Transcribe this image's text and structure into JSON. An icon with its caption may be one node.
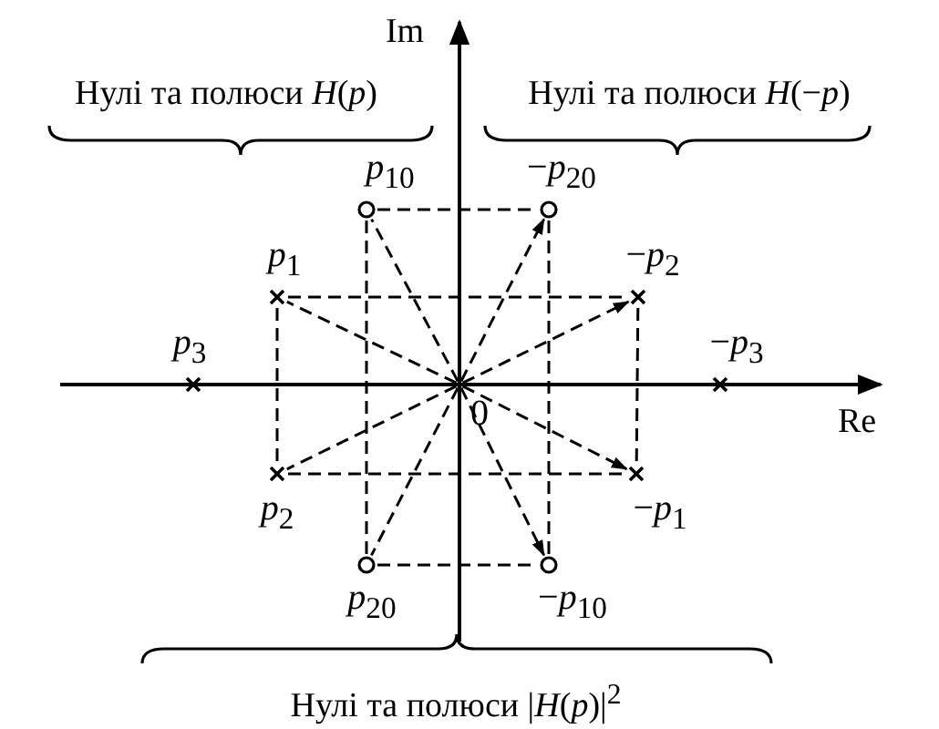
{
  "diagram": {
    "nodes": [
      {
        "text": [
          "*p*$_{10}$"
        ]
      },
      {
        "text": [
          "−*p*$_{20}$"
        ]
      },
      {
        "text": [
          "*p*$_{1}$"
        ]
      },
      {
        "text": [
          "−*p*$_{2}$"
        ]
      },
      {
        "text": [
          "*p*$_{3}$"
        ]
      },
      {
        "text": [
          "−*p*$_{3}$"
        ]
      },
      {
        "text": [
          "0"
        ]
      },
      {
        "text": [
          "*p*$_{2}$"
        ]
      },
      {
        "text": [
          "−*p*$_{1}$"
        ]
      },
      {
        "text": [
          "*p*$_{20}$"
        ]
      },
      {
        "text": [
          "−*p*$_{10}$"
        ]
      }
    ],
    "edges": [
      {
        "from": 6,
        "to": 2,
        "arrow": "none",
        "style": "dashed"
      },
      {
        "from": 6,
        "to": 7,
        "arrow": "none",
        "style": "dashed"
      },
      {
        "from": 6,
        "to": 0,
        "arrow": "none",
        "style": "dashed"
      },
      {
        "from": 6,
        "to": 9,
        "arrow": "none",
        "style": "dashed"
      },
      {
        "from": 6,
        "to": 3,
        "arrow": "to",
        "style": "dashed"
      },
      {
        "from": 6,
        "to": 8,
        "arrow": "to",
        "style": "dashed"
      },
      {
        "from": 6,
        "to": 1,
        "arrow": "to",
        "style": "dashed"
      },
      {
        "from": 6,
        "to": 10,
        "arrow": "to",
        "style": "dashed"
      },
      {
        "from": 0,
        "to": 1,
        "arrow": "none",
        "style": "dashed"
      },
      {
        "from": 2,
        "to": 3,
        "arrow": "none",
        "style": "dashed"
      },
      {
        "from": 7,
        "to": 8,
        "arrow": "none",
        "style": "dashed"
      },
      {
        "from": 9,
        "to": 10,
        "arrow": "none",
        "style": "dashed"
      },
      {
        "from": 2,
        "to": 7,
        "arrow": "none",
        "style": "dashed"
      },
      {
        "from": 0,
        "to": 9,
        "arrow": "none",
        "style": "dashed"
      },
      {
        "from": 1,
        "to": 10,
        "arrow": "none",
        "style": "dashed"
      },
      {
        "from": 3,
        "to": 8,
        "arrow": "none",
        "style": "dashed"
      }
    ],
    "labels": [
      "Im",
      "Нулі та полюси *H*(*p*)",
      "Нулі та полюси *H*(−*p*)",
      "Re",
      "Нулі та полюси |*H*(*p*)|$^{2}$"
    ]
  }
}
